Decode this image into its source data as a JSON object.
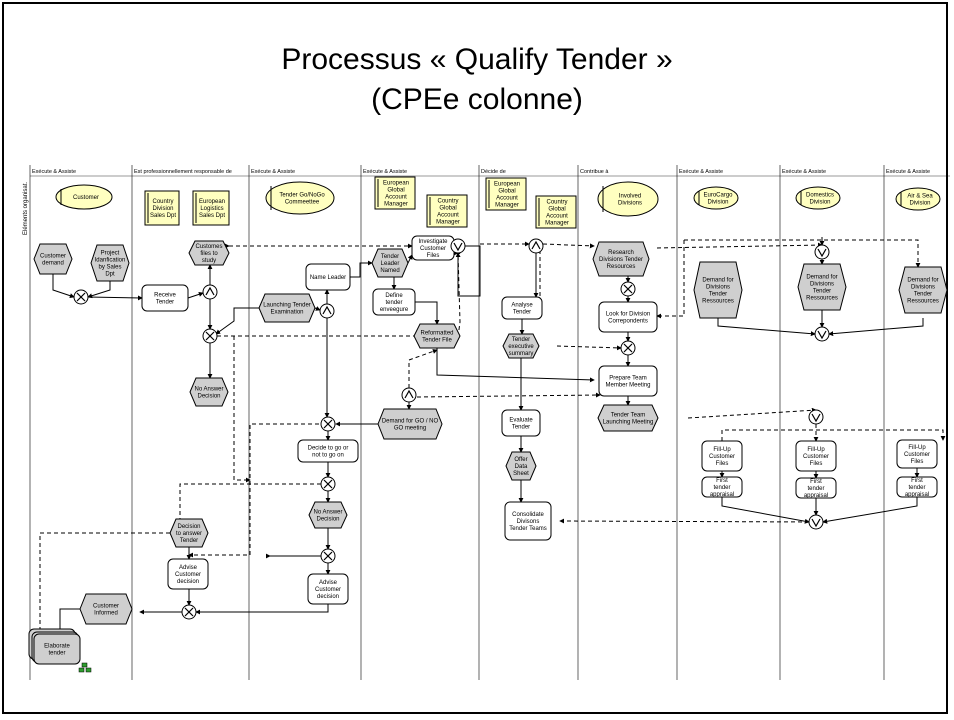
{
  "title": {
    "line1": "Processus « Qualify Tender »",
    "line2": "(CPEe colonne)"
  },
  "side_label": "Eléments organisat.",
  "lanes": [
    {
      "header": "Exécute & Assiste",
      "org": "Customer"
    },
    {
      "header": "Est professionnellement responsable de",
      "org": ""
    },
    {
      "header": "Exécute & Assiste",
      "org": "Tender Go/NoGo Commeettee"
    },
    {
      "header": "Exécute & Assiste",
      "org": ""
    },
    {
      "header": "Décide de",
      "org": ""
    },
    {
      "header": "Contribue à",
      "org": "Involved Divisions"
    },
    {
      "header": "Exécute & Assiste",
      "org": "EuroCargo Division"
    },
    {
      "header": "Exécute & Assiste",
      "org": "Domestics Division"
    },
    {
      "header": "Exécute & Assiste",
      "org": "Air & Sea Division"
    }
  ],
  "org_boxes": [
    {
      "id": "country_sales",
      "label": "Country Division Sales Dpt"
    },
    {
      "id": "euro_logistics",
      "label": "European Logistics Sales Dpt"
    },
    {
      "id": "egam1",
      "label": "European Global Account Manager"
    },
    {
      "id": "cgam1",
      "label": "Country Global Account Manager"
    },
    {
      "id": "egam2",
      "label": "European Global Account Manager"
    },
    {
      "id": "cgam2",
      "label": "Country Global Account Manager"
    }
  ],
  "events": [
    {
      "id": "customer_demand",
      "label": "Customer demand"
    },
    {
      "id": "project_id",
      "label": "Project Idanfication by Sales Dpt"
    },
    {
      "id": "customer_files",
      "label": "Customes files to study"
    },
    {
      "id": "no_answer1",
      "label": "No Answer Decision"
    },
    {
      "id": "decision_answer",
      "label": "Decision to answer Tender"
    },
    {
      "id": "launching_exam",
      "label": "Launching Tender Examination"
    },
    {
      "id": "no_answer2",
      "label": "No Answer Decision"
    },
    {
      "id": "tender_leader_named",
      "label": "Tender Leader Named"
    },
    {
      "id": "reformatted",
      "label": "Reformatted Tender File"
    },
    {
      "id": "demand_go",
      "label": "Demand for GO / NO GO meeting"
    },
    {
      "id": "exec_summary",
      "label": "Tender executive summary"
    },
    {
      "id": "offer_data",
      "label": "Offer Data Sheet"
    },
    {
      "id": "research_div",
      "label": "Research Divisions Tender Resources"
    },
    {
      "id": "team_launch",
      "label": "Tender Team Launching Meeting"
    },
    {
      "id": "demand_div1",
      "label": "Demand for Divisions Tender Ressources"
    },
    {
      "id": "demand_div2",
      "label": "Demand for Divisions Tender Ressources"
    },
    {
      "id": "demand_div3",
      "label": "Demand for Divisions Tender Ressources"
    },
    {
      "id": "customer_informed",
      "label": "Customer Informed"
    }
  ],
  "functions": [
    {
      "id": "receive_tender",
      "label": "Receive Tender"
    },
    {
      "id": "advise1",
      "label": "Advise Customer decision"
    },
    {
      "id": "name_leader",
      "label": "Name Leader"
    },
    {
      "id": "decide_go",
      "label": "Decide to go or not to go on"
    },
    {
      "id": "advise2",
      "label": "Advise Customer decision"
    },
    {
      "id": "investigate",
      "label": "Investigate Customer Files"
    },
    {
      "id": "define_env",
      "label": "Define tender enveegure"
    },
    {
      "id": "analyse",
      "label": "Analyse Tender"
    },
    {
      "id": "evaluate",
      "label": "Evaluate Tender"
    },
    {
      "id": "consolidate",
      "label": "Consolidate Divisons Tender Teams"
    },
    {
      "id": "look_div",
      "label": "Look for Division Correpondents"
    },
    {
      "id": "prepare_team",
      "label": "Prepare Team Member Meeting"
    },
    {
      "id": "fill1",
      "label": "Fill-Up Customer Files"
    },
    {
      "id": "fill2",
      "label": "Fill-Up Customer Files"
    },
    {
      "id": "fill3",
      "label": "Fill-Up Customer Files"
    },
    {
      "id": "appraisal1",
      "label": "First tender appraisal"
    },
    {
      "id": "appraisal2",
      "label": "First tender appraisal"
    },
    {
      "id": "appraisal3",
      "label": "First tender appraisal"
    },
    {
      "id": "elaborate",
      "label": "Elaborate tender"
    }
  ],
  "colors": {
    "event_fill": "#cfcfcf",
    "org_fill": "#ffffc0",
    "line": "#000000"
  }
}
